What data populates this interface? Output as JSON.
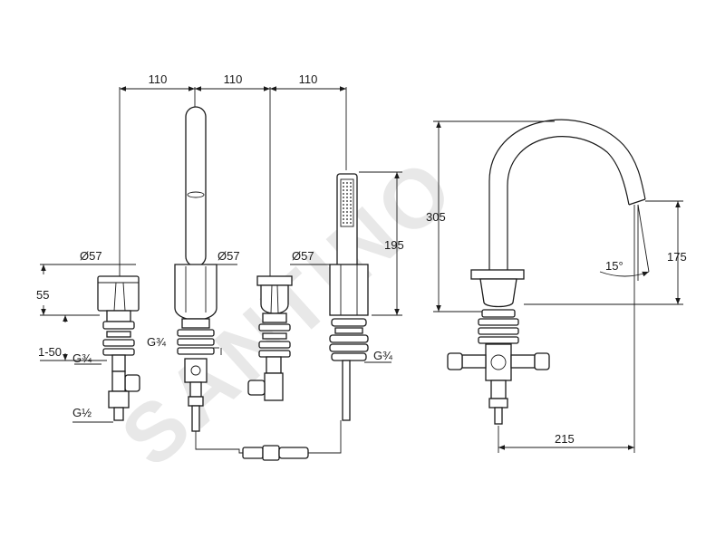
{
  "watermark": "SANTINO",
  "dimensions": {
    "spacing_1": "110",
    "spacing_2": "110",
    "spacing_3": "110",
    "diameter_left": "Ø57",
    "diameter_spout": "Ø57",
    "diameter_mid": "Ø57",
    "handle_height": "55",
    "deck_thickness": "1-50",
    "thread_left": "G¾",
    "thread_spout": "G¾",
    "thread_shower": "G¾",
    "connection_left": "G½",
    "shower_height": "195",
    "total_height": "305",
    "outlet_height": "175",
    "projection": "215",
    "angle": "15°"
  }
}
